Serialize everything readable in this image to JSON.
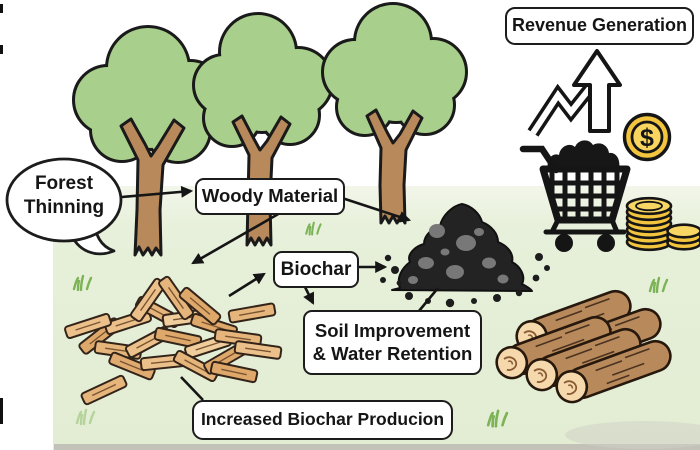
{
  "nodes": {
    "forest_thinning": {
      "line1": "Forest",
      "line2": "Thinning"
    },
    "woody_material": {
      "label": "Woody Material"
    },
    "biochar": {
      "label": "Biochar"
    },
    "soil_improvement": {
      "line1": "Soil Improvement",
      "line2": "& Water Retention"
    },
    "increased_production": {
      "label": "Increased Biochar Producion"
    },
    "revenue_generation": {
      "label": "Revenue Generation"
    }
  },
  "icons": {
    "dollar_symbol": "$",
    "growth_arrow": "up-trend-arrow",
    "shopping_cart": "shopping-cart-with-biochar",
    "dollar_coin": "dollar-coin",
    "coin_stacks": "gold-coin-stacks",
    "trees": "forest-trees",
    "wood_chips": "wood-chip-pile",
    "biochar_pile": "biochar-mound",
    "logs": "stacked-logs",
    "grass": "grass-tufts"
  },
  "colors": {
    "foliage": "#a8d08c",
    "trunk": "#b8895b",
    "ground_top": "#f2f6ea",
    "ground": "#e5efd7",
    "outline": "#1a1a1a",
    "coin_gold": "#f3c53f",
    "wood_chip": "#e5b57c",
    "log_end": "#f5d9ad",
    "biochar_black": "#232323",
    "chunk_gray": "#787878",
    "grass": "#7cb356"
  }
}
